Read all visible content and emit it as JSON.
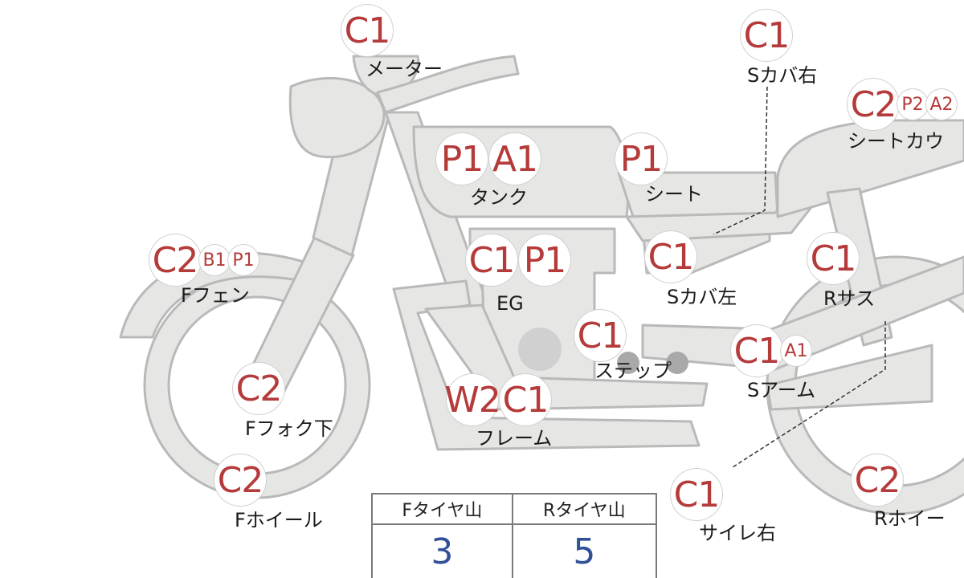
{
  "colors": {
    "code": "#b53a3a",
    "bike_fill": "#e6e6e4",
    "bike_stroke": "#b9b9b9",
    "tread_value": "#2f4f96"
  },
  "parts": [
    {
      "id": "meter",
      "label": "メーター",
      "codes": [
        "C1"
      ]
    },
    {
      "id": "side-cover-right",
      "label": "Sカバ右",
      "codes": [
        "C1"
      ]
    },
    {
      "id": "seat-cowl",
      "label": "シートカウ",
      "codes": [
        "C2",
        "P2",
        "A2"
      ]
    },
    {
      "id": "tank",
      "label": "タンク",
      "codes": [
        "P1",
        "A1"
      ]
    },
    {
      "id": "seat",
      "label": "シート",
      "codes": [
        "P1"
      ]
    },
    {
      "id": "front-fender",
      "label": "Fフェン",
      "codes": [
        "C2",
        "B1",
        "P1"
      ]
    },
    {
      "id": "engine",
      "label": "EG",
      "codes": [
        "C1",
        "P1"
      ]
    },
    {
      "id": "side-cover-left",
      "label": "Sカバ左",
      "codes": [
        "C1"
      ]
    },
    {
      "id": "rear-suspension",
      "label": "Rサス",
      "codes": [
        "C1"
      ]
    },
    {
      "id": "step",
      "label": "ステップ",
      "codes": [
        "C1"
      ]
    },
    {
      "id": "swingarm",
      "label": "Sアーム",
      "codes": [
        "C1",
        "A1"
      ]
    },
    {
      "id": "front-fork-lower",
      "label": "Fフォク下",
      "codes": [
        "C2"
      ]
    },
    {
      "id": "frame",
      "label": "フレーム",
      "codes": [
        "W2",
        "C1"
      ]
    },
    {
      "id": "front-wheel",
      "label": "Fホイール",
      "codes": [
        "C2"
      ]
    },
    {
      "id": "muffler-right",
      "label": "サイレ右",
      "codes": [
        "C1"
      ]
    },
    {
      "id": "rear-wheel",
      "label": "Rホイー",
      "codes": [
        "C2"
      ]
    }
  ],
  "tread": {
    "front_header": "Fタイヤ山",
    "rear_header": "Rタイヤ山",
    "front_value": "3",
    "rear_value": "5"
  }
}
